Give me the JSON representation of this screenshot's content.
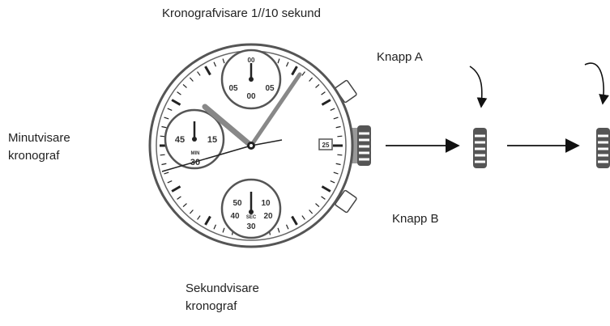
{
  "labels": {
    "chrono_tenth": "Kronografvisare 1//10 sekund",
    "button_a": "Knapp A",
    "chrono_minute": [
      "Minutvisare",
      "kronograf"
    ],
    "button_b": "Knapp B",
    "chrono_second": [
      "Sekundvisare",
      "kronograf"
    ]
  },
  "dial": {
    "top_subdial": {
      "left": "05",
      "right": "05",
      "bottom": "00",
      "top": "00"
    },
    "left_subdial": {
      "left": "45",
      "right": "15",
      "bottom": "30",
      "caption": "MIN"
    },
    "bottom_subdial": {
      "left": "40",
      "right": "20",
      "top_left": "50",
      "top_right": "10",
      "bottom": "30",
      "caption": "SEC"
    },
    "date": "25"
  }
}
